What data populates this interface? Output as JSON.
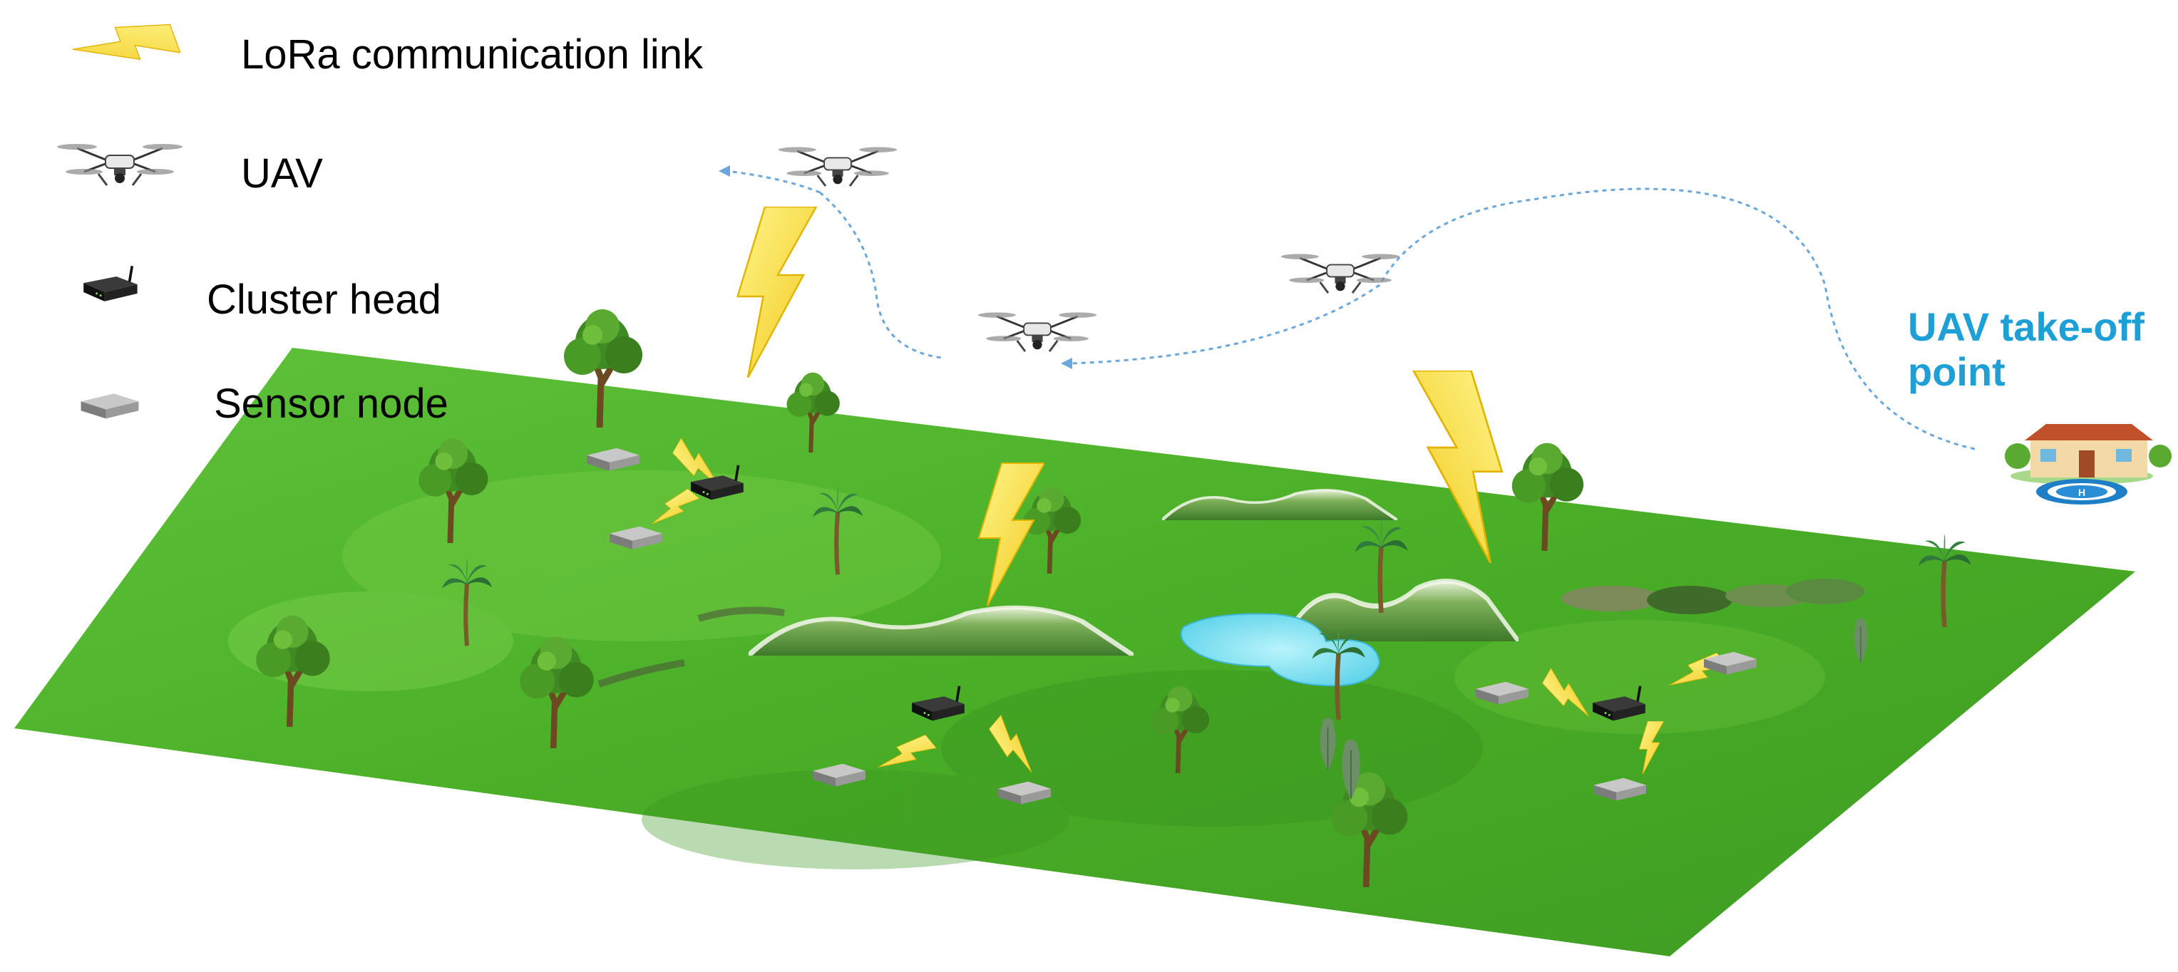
{
  "legend": {
    "link_label": "LoRa communication link",
    "uav_label": "UAV",
    "cluster_head_label": "Cluster head",
    "sensor_node_label": "Sensor node"
  },
  "takeoff": {
    "line1": "UAV take-off",
    "line2": "point"
  },
  "colors": {
    "field_green": "#4fb52a",
    "field_light": "#7fd24a",
    "lightning_yellow": "#f7e23a",
    "cluster_head": "#1c1c1c",
    "sensor_node": "#8a8a8a",
    "flight_path": "#6aa7dc",
    "takeoff_text": "#1e9fd6",
    "pond": "#7fe0f0"
  },
  "icons": [
    "lightning-icon",
    "uav-icon",
    "cluster-head-icon",
    "sensor-node-icon",
    "tree-icon",
    "palm-tree-icon",
    "hill-icon",
    "house-icon",
    "helipad-icon"
  ]
}
